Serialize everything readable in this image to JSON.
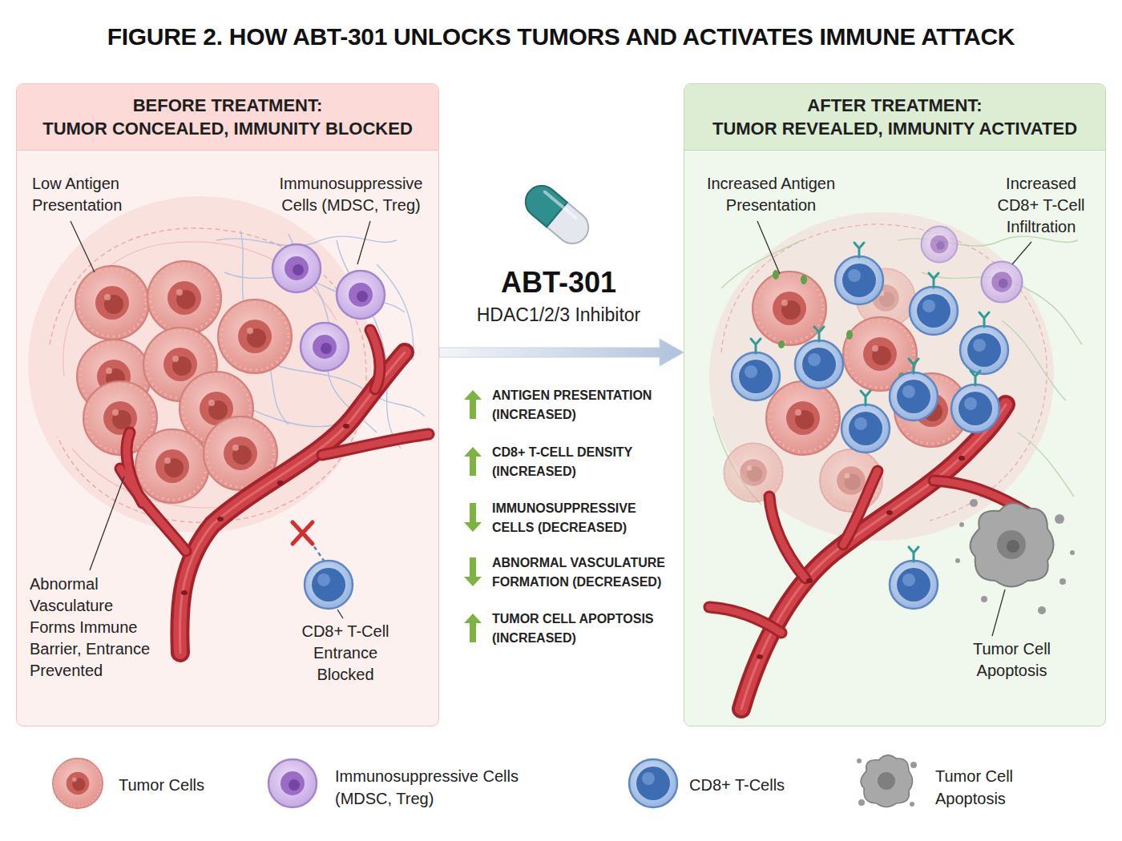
{
  "diagram": {
    "title": "FIGURE 2. HOW ABT-301 UNLOCKS TUMORS AND ACTIVATES IMMUNE ATTACK",
    "nodes": [
      {
        "text": [
          "BEFORE TREATMENT:",
          "TUMOR CONCEALED, IMMUNITY BLOCKED"
        ]
      },
      {
        "text": [
          "AFTER TREATMENT:",
          "TUMOR REVEALED, IMMUNITY ACTIVATED"
        ]
      }
    ],
    "edges": [
      {
        "from": 0,
        "to": 1,
        "arrow": "to"
      }
    ],
    "labels": [
      "Low Antigen Presentation",
      "Immunosuppressive Cells (MDSC, Treg)",
      "Abnormal Vasculature Forms Immune Barrier, Entrance Prevented",
      "CD8+ T-Cell Entrance Blocked",
      "ABT-301",
      "HDAC1/2/3 Inhibitor",
      "ANTIGEN PRESENTATION (INCREASED)",
      "CD8+ T-CELL DENSITY (INCREASED)",
      "IMMUNOSUPPRESSIVE CELLS (DECREASED)",
      "ABNORMAL VASCULATURE FORMATION (DECREASED)",
      "TUMOR CELL APOPTOSIS (INCREASED)",
      "Increased Antigen Presentation",
      "Increased CD8+ T-Cell Infiltration",
      "Tumor Cell Apoptosis"
    ],
    "legend": [
      {
        "text": "Tumor Cells"
      },
      {
        "text": "Immunosuppressive Cells (MDSC, Treg)"
      },
      {
        "text": "CD8+ T-Cells"
      },
      {
        "text": "Tumor Cell Apoptosis"
      }
    ]
  }
}
